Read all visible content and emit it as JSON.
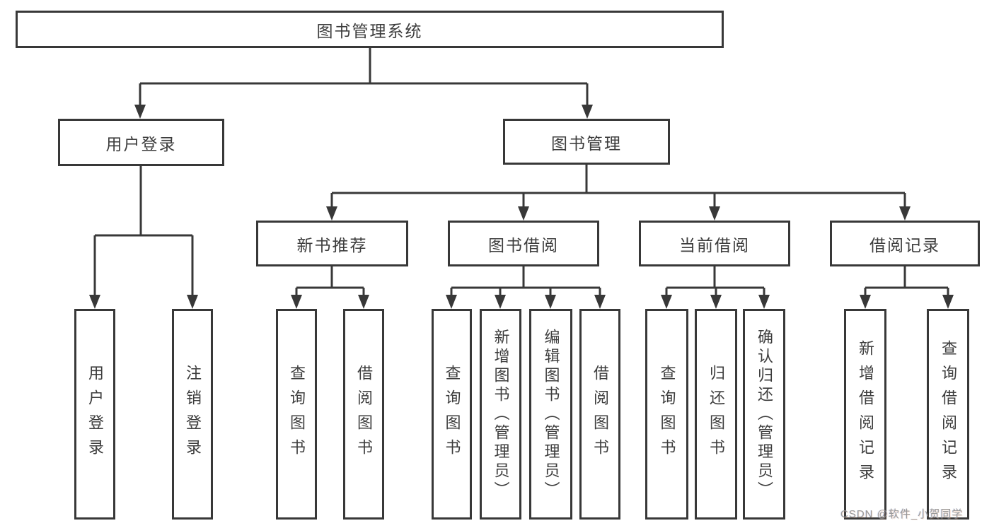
{
  "diagram": {
    "root": {
      "label": "图书管理系统"
    },
    "branches": [
      {
        "label": "用户登录",
        "children": [
          {
            "label": "用户登录"
          },
          {
            "label": "注销登录"
          }
        ]
      },
      {
        "label": "图书管理",
        "children": [
          {
            "label": "新书推荐",
            "children": [
              {
                "label": "查询图书"
              },
              {
                "label": "借阅图书"
              }
            ]
          },
          {
            "label": "图书借阅",
            "children": [
              {
                "label": "查询图书"
              },
              {
                "label": "新增图书（管理员）"
              },
              {
                "label": "编辑图书（管理员）"
              },
              {
                "label": "借阅图书"
              }
            ]
          },
          {
            "label": "当前借阅",
            "children": [
              {
                "label": "查询图书"
              },
              {
                "label": "归还图书"
              },
              {
                "label": "确认归还（管理员）"
              }
            ]
          },
          {
            "label": "借阅记录",
            "children": [
              {
                "label": "新增借阅记录"
              },
              {
                "label": "查询借阅记录"
              }
            ]
          }
        ]
      }
    ]
  },
  "watermark": {
    "text": "CSDN @软件_小贺同学"
  },
  "colors": {
    "line": "#383838",
    "text": "#3d3d3d",
    "watermark": "#909090",
    "background": "#ffffff"
  }
}
